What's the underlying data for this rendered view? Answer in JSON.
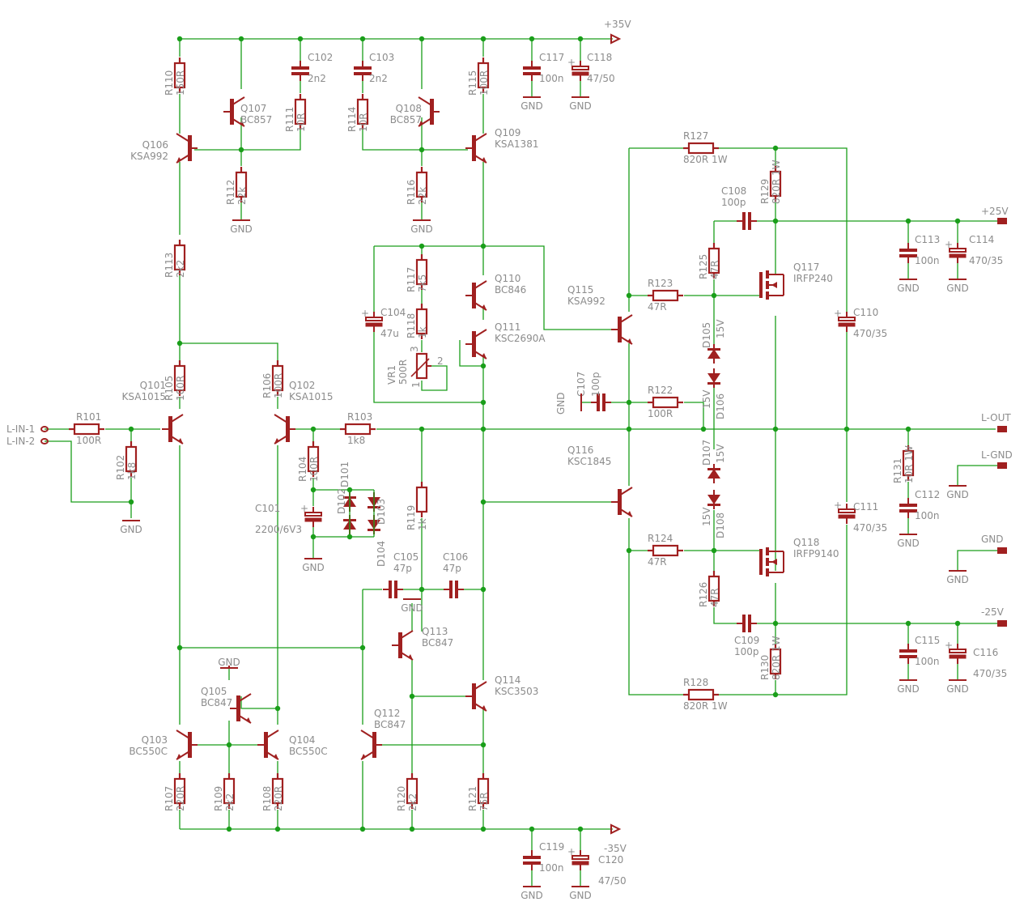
{
  "colors": {
    "wire": "#1a9e1a",
    "part": "#a02020",
    "text": "#8c8c8c",
    "junction": "#1a9e1a"
  },
  "rails": {
    "pos35": "+35V",
    "neg35": "-35V",
    "pos25": "+25V",
    "neg25": "-25V"
  },
  "io": {
    "lin1": "L-IN-1",
    "lin2": "L-IN-2",
    "lout": "L-OUT",
    "lgnd": "L-GND",
    "gnd": "GND"
  },
  "gnd": "GND",
  "resistors": [
    {
      "ref": "R101",
      "val": "100R"
    },
    {
      "ref": "R102",
      "val": "1k8"
    },
    {
      "ref": "R103",
      "val": "1k8"
    },
    {
      "ref": "R104",
      "val": "100R"
    },
    {
      "ref": "R105",
      "val": "100R"
    },
    {
      "ref": "R106",
      "val": "100R"
    },
    {
      "ref": "R107",
      "val": "220R"
    },
    {
      "ref": "R108",
      "val": "220R"
    },
    {
      "ref": "R109",
      "val": "2k2"
    },
    {
      "ref": "R110",
      "val": "150R"
    },
    {
      "ref": "R111",
      "val": "10R"
    },
    {
      "ref": "R112",
      "val": "22k"
    },
    {
      "ref": "R113",
      "val": "2k2"
    },
    {
      "ref": "R114",
      "val": "10R"
    },
    {
      "ref": "R115",
      "val": "100R"
    },
    {
      "ref": "R116",
      "val": "22k"
    },
    {
      "ref": "R117",
      "val": "7k5"
    },
    {
      "ref": "R118",
      "val": "1k"
    },
    {
      "ref": "R119",
      "val": "1k"
    },
    {
      "ref": "R120",
      "val": "2k2"
    },
    {
      "ref": "R121",
      "val": "75R"
    },
    {
      "ref": "R122",
      "val": "100R"
    },
    {
      "ref": "R123",
      "val": "47R"
    },
    {
      "ref": "R124",
      "val": "47R"
    },
    {
      "ref": "R125",
      "val": "47R"
    },
    {
      "ref": "R126",
      "val": "47R"
    },
    {
      "ref": "R127",
      "val": "820R 1W"
    },
    {
      "ref": "R128",
      "val": "820R 1W"
    },
    {
      "ref": "R129",
      "val": "820R 1W"
    },
    {
      "ref": "R130",
      "val": "820R 1W"
    },
    {
      "ref": "R131",
      "val": "10R 1W"
    },
    {
      "ref": "VR1",
      "val": "500R"
    }
  ],
  "capacitors": [
    {
      "ref": "C101",
      "val": "2200/6V3"
    },
    {
      "ref": "C102",
      "val": "2n2"
    },
    {
      "ref": "C103",
      "val": "2n2"
    },
    {
      "ref": "C104",
      "val": "47u"
    },
    {
      "ref": "C105",
      "val": "47p"
    },
    {
      "ref": "C106",
      "val": "47p"
    },
    {
      "ref": "C107",
      "val": "100p"
    },
    {
      "ref": "C108",
      "val": "100p"
    },
    {
      "ref": "C109",
      "val": "100p"
    },
    {
      "ref": "C110",
      "val": "470/35"
    },
    {
      "ref": "C111",
      "val": "470/35"
    },
    {
      "ref": "C112",
      "val": "100n"
    },
    {
      "ref": "C113",
      "val": "100n"
    },
    {
      "ref": "C114",
      "val": "470/35"
    },
    {
      "ref": "C115",
      "val": "100n"
    },
    {
      "ref": "C116",
      "val": "470/35"
    },
    {
      "ref": "C117",
      "val": "100n"
    },
    {
      "ref": "C118",
      "val": "47/50"
    },
    {
      "ref": "C119",
      "val": "100n"
    },
    {
      "ref": "C120",
      "val": "47/50"
    }
  ],
  "transistors": [
    {
      "ref": "Q101",
      "val": "KSA1015"
    },
    {
      "ref": "Q102",
      "val": "KSA1015"
    },
    {
      "ref": "Q103",
      "val": "BC550C"
    },
    {
      "ref": "Q104",
      "val": "BC550C"
    },
    {
      "ref": "Q105",
      "val": "BC847"
    },
    {
      "ref": "Q106",
      "val": "KSA992"
    },
    {
      "ref": "Q107",
      "val": "BC857"
    },
    {
      "ref": "Q108",
      "val": "BC857"
    },
    {
      "ref": "Q109",
      "val": "KSA1381"
    },
    {
      "ref": "Q110",
      "val": "BC846"
    },
    {
      "ref": "Q111",
      "val": "KSC2690A"
    },
    {
      "ref": "Q112",
      "val": "BC847"
    },
    {
      "ref": "Q113",
      "val": "BC847"
    },
    {
      "ref": "Q114",
      "val": "KSC3503"
    },
    {
      "ref": "Q115",
      "val": "KSA992"
    },
    {
      "ref": "Q116",
      "val": "KSC1845"
    },
    {
      "ref": "Q117",
      "val": "IRFP240"
    },
    {
      "ref": "Q118",
      "val": "IRFP9140"
    }
  ],
  "diodes": [
    {
      "ref": "D101"
    },
    {
      "ref": "D102"
    },
    {
      "ref": "D103"
    },
    {
      "ref": "D104"
    },
    {
      "ref": "D105",
      "val": "15V"
    },
    {
      "ref": "D106",
      "val": "15V"
    },
    {
      "ref": "D107",
      "val": "15V"
    },
    {
      "ref": "D108",
      "val": "15V"
    }
  ],
  "vr_pins": {
    "p1": "1",
    "p2": "2",
    "p3": "3"
  }
}
